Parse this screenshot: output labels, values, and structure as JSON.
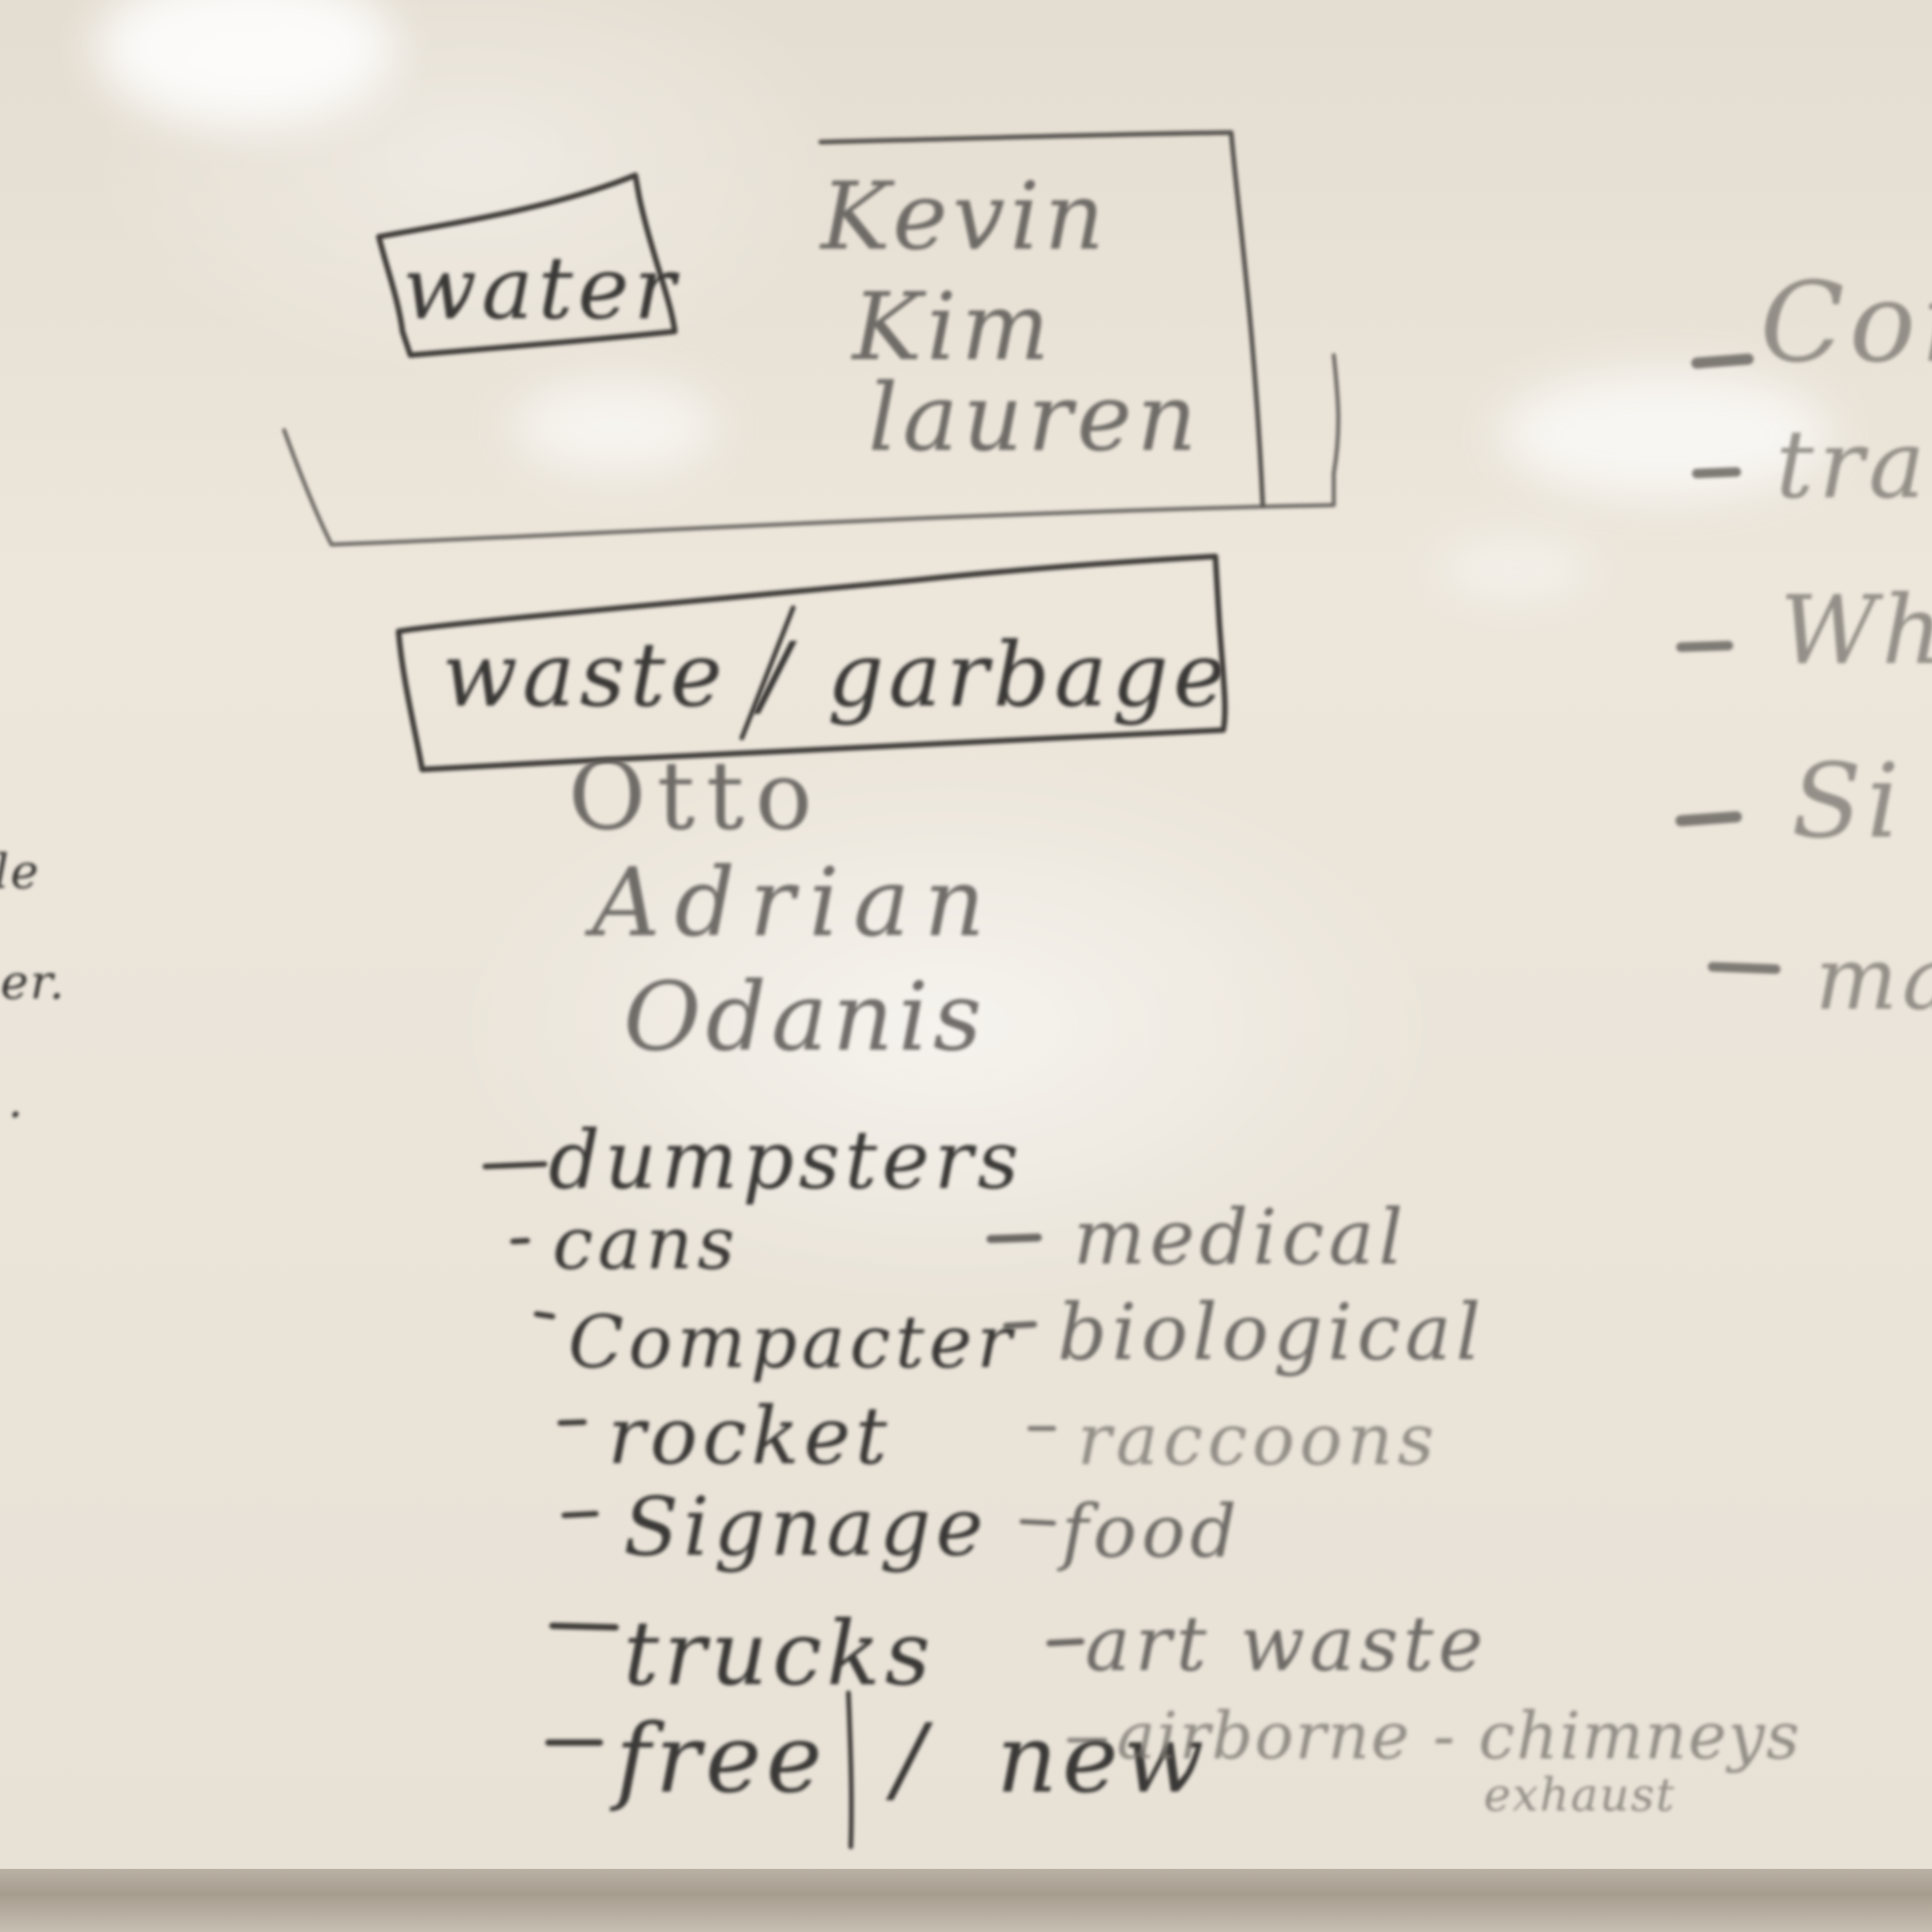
{
  "topic_water": "water",
  "water_team": [
    "Kevin",
    "Kim",
    "lauren"
  ],
  "topic_waste": "waste / garbage",
  "waste_team": [
    "Otto",
    "Adrian",
    "Odanis"
  ],
  "list_left": [
    "dumpsters",
    "cans",
    "Compacter",
    "rocket",
    "Signage",
    "trucks",
    "free / new"
  ],
  "list_right": [
    "medical",
    "biological",
    "raccoons",
    "food",
    "art waste",
    "airborne - chimneys"
  ],
  "list_right_sub": "exhaust",
  "right_edge_fragments": [
    "Con",
    "tran",
    "Wh",
    "Si",
    "ma"
  ],
  "left_edge_fragments": [
    "le",
    "ner.",
    "."
  ],
  "colors": {
    "board": "#ebe5da",
    "ink": "#3b3937",
    "tray": "#a69d8f"
  }
}
